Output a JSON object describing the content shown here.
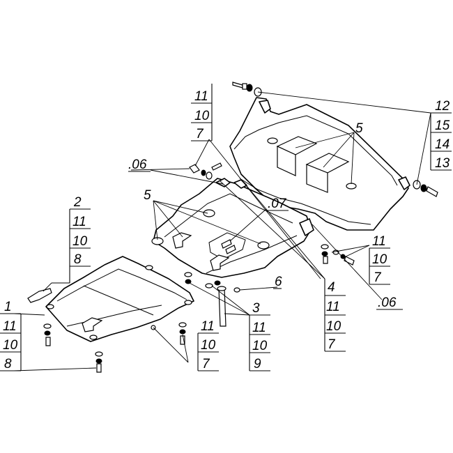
{
  "diagram": {
    "callouts": {
      "c1": [
        "1",
        "11",
        "10",
        "8"
      ],
      "c2": [
        "2",
        "11",
        "10",
        "8"
      ],
      "c3": [
        "3",
        "11",
        "10",
        "9"
      ],
      "c4": [
        "4",
        "11",
        "10",
        "7"
      ],
      "c5": [
        "11",
        "10",
        "7"
      ],
      "c6": [
        "11",
        "10",
        "7"
      ],
      "c7": [
        "11",
        "10",
        "7"
      ],
      "c12": [
        "12",
        "15",
        "14",
        "13"
      ]
    },
    "labels": {
      "five_top": "5",
      "five_left": "5",
      "six": "6",
      "dot06_left": ".06",
      "dot06_right": ".06",
      "dot07": ".07"
    }
  }
}
